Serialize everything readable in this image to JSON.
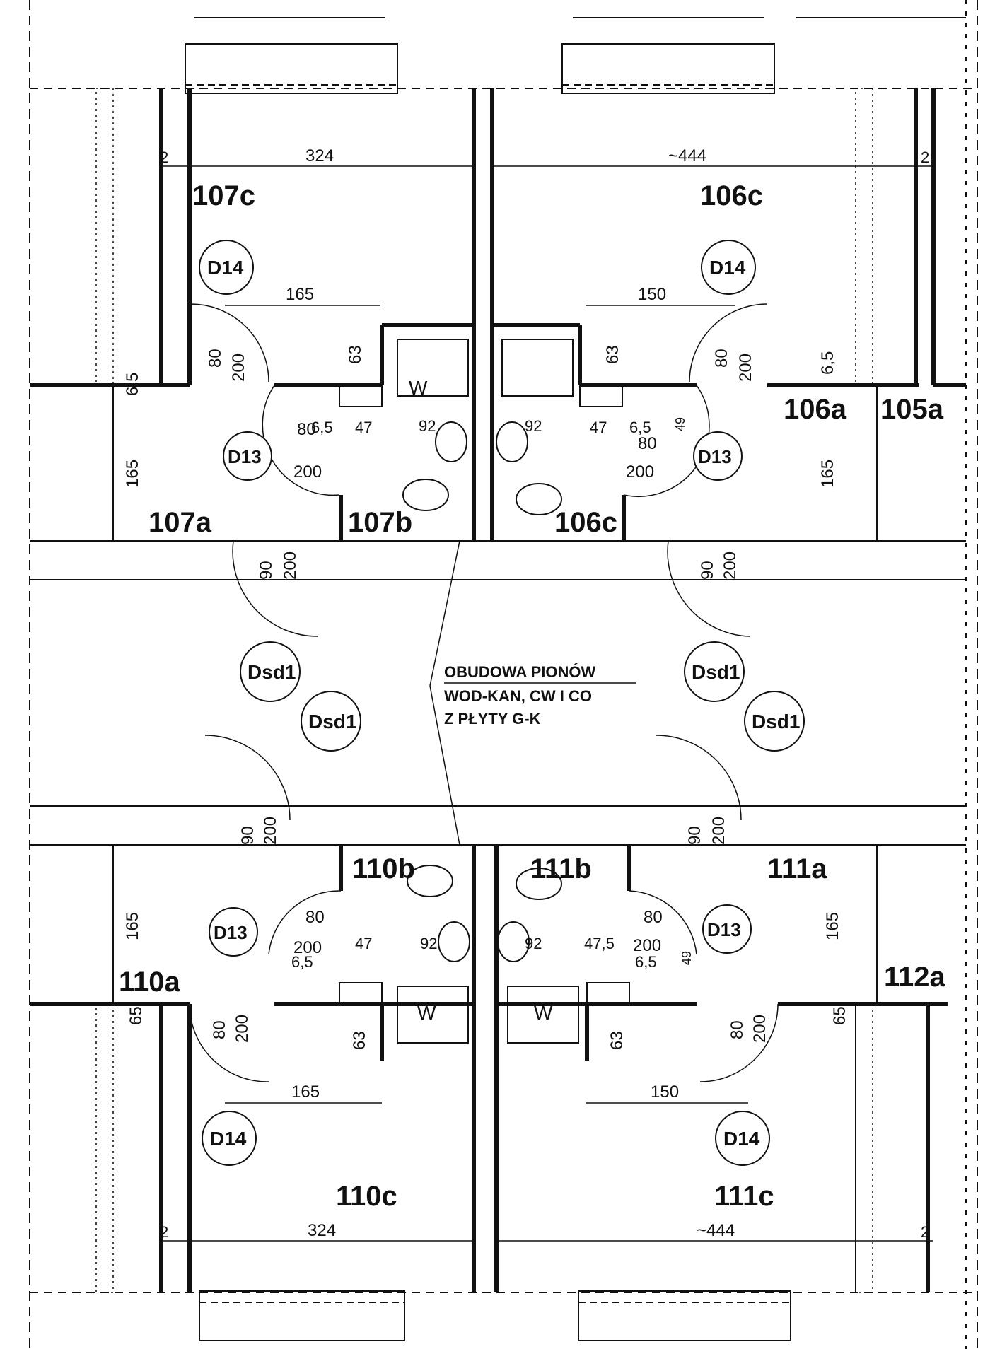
{
  "rooms": {
    "r107c": "107c",
    "r106c": "106c",
    "r107a": "107a",
    "r107b": "107b",
    "r106c_bath": "106c",
    "r106a": "106a",
    "r105a": "105a",
    "r110b": "110b",
    "r111b": "111b",
    "r111a": "111a",
    "r110a": "110a",
    "r112a": "112a",
    "r110c": "110c",
    "r111c": "111c"
  },
  "door_tags": {
    "d14": "D14",
    "d13": "D13",
    "dsd1": "Dsd1"
  },
  "fixtures": {
    "w": "W"
  },
  "dimensions": {
    "d324": "324",
    "d444": "~444",
    "d2": "2",
    "d165": "165",
    "d150": "150",
    "d63": "63",
    "d80": "80",
    "d200": "200",
    "d65": "6,5",
    "d65b": "65",
    "d47": "47",
    "d475": "47,5",
    "d92": "92",
    "d49": "49",
    "d90": "90"
  },
  "note": {
    "line1": "OBUDOWA PIONÓW",
    "line2": "WOD-KAN, CW I CO",
    "line3": "Z PŁYTY G-K"
  }
}
